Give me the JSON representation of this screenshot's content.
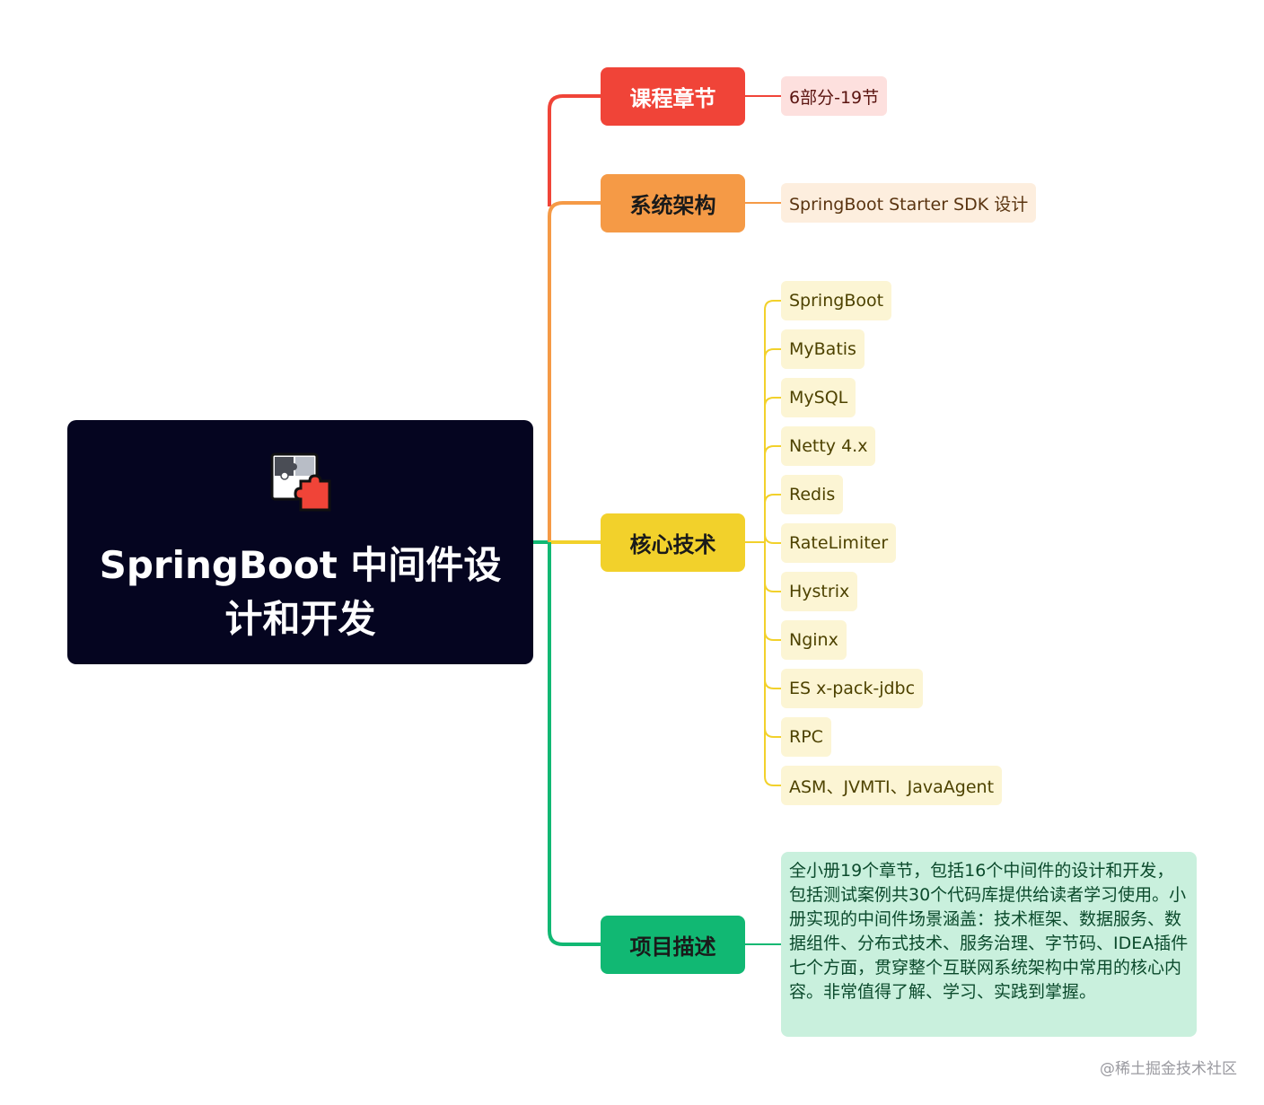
{
  "root": {
    "title": "SpringBoot 中间件设计和开发",
    "icon": "puzzle-icon"
  },
  "branches": [
    {
      "label": "课程章节",
      "color": "#f04438",
      "text_color": "#ffffff",
      "leaf_bg": "#fde0de",
      "leaf_text": "#5a1410"
    },
    {
      "label": "系统架构",
      "color": "#f59a46",
      "text_color": "#1a1a1a",
      "leaf_bg": "#fdeede",
      "leaf_text": "#5a3410"
    },
    {
      "label": "核心技术",
      "color": "#f2d12b",
      "text_color": "#1a1a1a",
      "leaf_bg": "#fcf5d4",
      "leaf_text": "#4d4200"
    },
    {
      "label": "项目描述",
      "color": "#11b873",
      "text_color": "#1a1a1a",
      "leaf_bg": "#c9f0dd",
      "leaf_text": "#0b4a2c"
    }
  ],
  "chapters": {
    "leaf": "6部分-19节"
  },
  "architecture": {
    "leaf": "SpringBoot Starter SDK 设计"
  },
  "core_tech": {
    "items": [
      "SpringBoot",
      "MyBatis",
      "MySQL",
      "Netty 4.x",
      "Redis",
      "RateLimiter",
      "Hystrix",
      "Nginx",
      "ES x-pack-jdbc",
      "RPC",
      "ASM、JVMTI、JavaAgent"
    ]
  },
  "description": {
    "text": "全小册19个章节，包括16个中间件的设计和开发，包括测试案例共30个代码库提供给读者学习使用。小册实现的中间件场景涵盖：技术框架、数据服务、数据组件、分布式技术、服务治理、字节码、IDEA插件七个方面，贯穿整个互联网系统架构中常用的核心内容。非常值得了解、学习、实践到掌握。"
  },
  "watermark": "@稀土掘金技术社区"
}
